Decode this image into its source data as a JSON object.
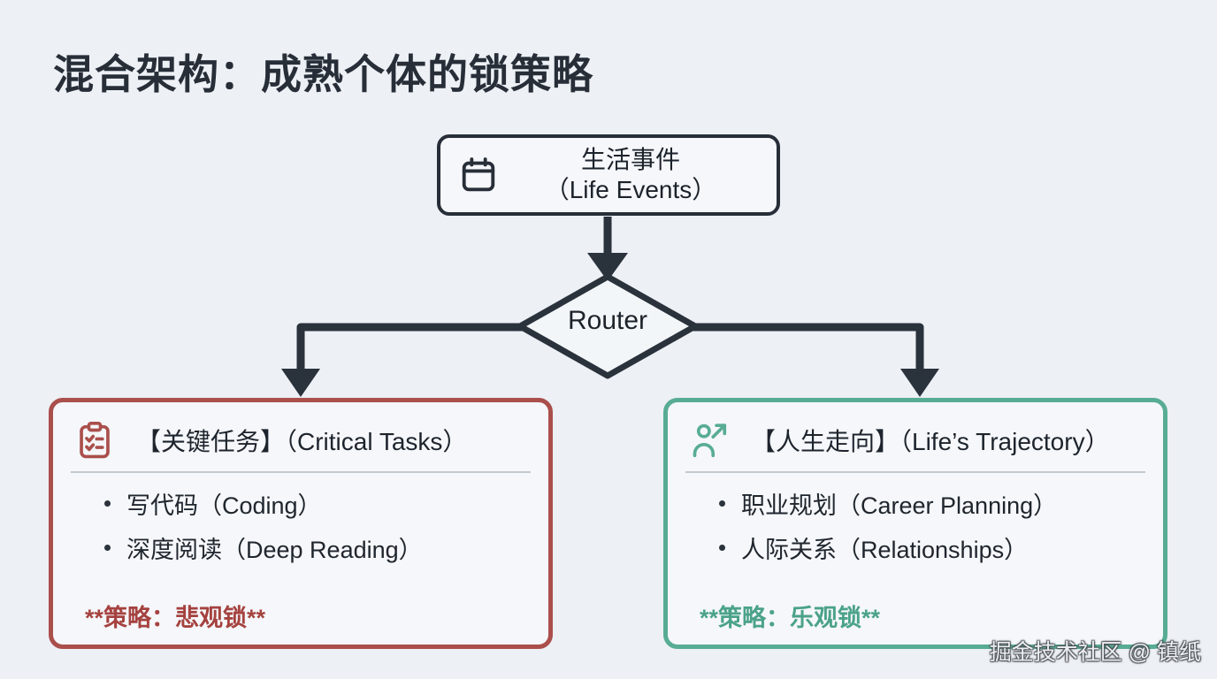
{
  "title": "混合架构：成熟个体的锁策略",
  "flow": {
    "source": {
      "icon": "calendar-icon",
      "line1": "生活事件",
      "line2": "（Life Events）"
    },
    "router": {
      "label": "Router"
    },
    "left_branch": {
      "icon": "clipboard-checklist-icon",
      "title": "【关键任务】（Critical Tasks）",
      "items": [
        "写代码（Coding）",
        "深度阅读（Deep Reading）"
      ],
      "strategy": "**策略：悲观锁**",
      "accent_color": "#aa4f4c"
    },
    "right_branch": {
      "icon": "person-trending-up-icon",
      "title": "【人生走向】（Life’s Trajectory）",
      "items": [
        "职业规划（Career Planning）",
        "人际关系（Relationships）"
      ],
      "strategy": "**策略：乐观锁**",
      "accent_color": "#58ac94"
    }
  },
  "watermark": "掘金技术社区 @ 镇纸",
  "colors": {
    "background": "#edf0f5",
    "node_fill": "#f5f7fa",
    "stroke_dark": "#2a323c",
    "red_accent": "#aa4f4c",
    "teal_accent": "#58ac94"
  }
}
